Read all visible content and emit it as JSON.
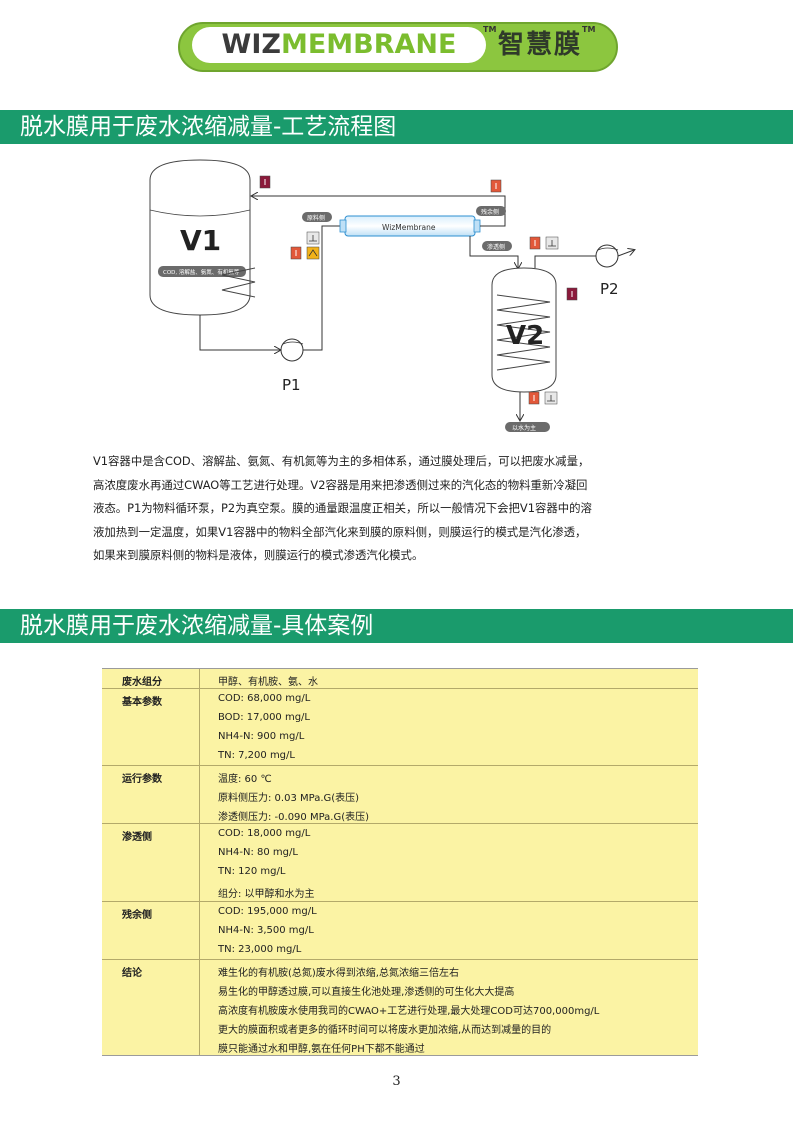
{
  "logo": {
    "part1": "WIZ",
    "part2": "MEMBRANE",
    "chinese": "智慧膜",
    "tm": "TM"
  },
  "section1_title": "脱水膜用于废水浓缩减量-工艺流程图",
  "diagram": {
    "v1": "V1",
    "v1_content": "COD, 溶解盐、氨氮、有机氨等",
    "v2": "V2",
    "p1": "P1",
    "p2": "P2",
    "membrane": "WizMembrane",
    "feed_side": "原料侧",
    "retentate_side": "残余侧",
    "permeate_side": "渗透侧",
    "outlet": "以水为主"
  },
  "paragraph": [
    "V1容器中是含COD、溶解盐、氨氮、有机氮等为主的多相体系，通过膜处理后，可以把废水减量，",
    "高浓度废水再通过CWAO等工艺进行处理。V2容器是用来把渗透侧过来的汽化态的物料重新冷凝回",
    "液态。P1为物料循环泵，P2为真空泵。膜的通量跟温度正相关，所以一般情况下会把V1容器中的溶",
    "液加热到一定温度，如果V1容器中的物料全部汽化来到膜的原料侧，则膜运行的模式是汽化渗透，",
    "如果来到膜原料侧的物料是液体，则膜运行的模式渗透汽化模式。"
  ],
  "section2_title": "脱水膜用于废水浓缩减量-具体案例",
  "table": [
    {
      "label": "废水组分",
      "lines": [
        "甲醇、有机胺、氨、水"
      ]
    },
    {
      "label": "基本参数",
      "lines": [
        "COD: 68,000 mg/L",
        "BOD: 17,000 mg/L",
        "NH4-N: 900 mg/L",
        "TN: 7,200 mg/L"
      ]
    },
    {
      "label": "运行参数",
      "lines": [
        "温度: 60 ℃",
        "原料侧压力: 0.03 MPa.G(表压)",
        "渗透侧压力: -0.090 MPa.G(表压)"
      ]
    },
    {
      "label": "渗透侧",
      "lines": [
        "COD: 18,000 mg/L",
        "NH4-N: 80 mg/L",
        "TN: 120 mg/L",
        "组分: 以甲醇和水为主"
      ]
    },
    {
      "label": "残余侧",
      "lines": [
        "COD: 195,000 mg/L",
        "NH4-N: 3,500 mg/L",
        "TN: 23,000 mg/L"
      ]
    },
    {
      "label": "结论",
      "lines": [
        "难生化的有机胺(总氮)废水得到浓缩,总氮浓缩三倍左右",
        "易生化的甲醇透过膜,可以直接生化池处理,渗透侧的可生化大大提高",
        "高浓度有机胺废水使用我司的CWAO+工艺进行处理,最大处理COD可达700,000mg/L",
        "更大的膜面积或者更多的循环时间可以将废水更加浓缩,从而达到减量的目的",
        "膜只能通过水和甲醇,氨在任何PH下都不能通过"
      ]
    }
  ],
  "page_number": "3",
  "colors": {
    "section_bar": "#1a9b6c",
    "logo_green": "#8cc63f",
    "table_bg": "#fbf3a4"
  }
}
